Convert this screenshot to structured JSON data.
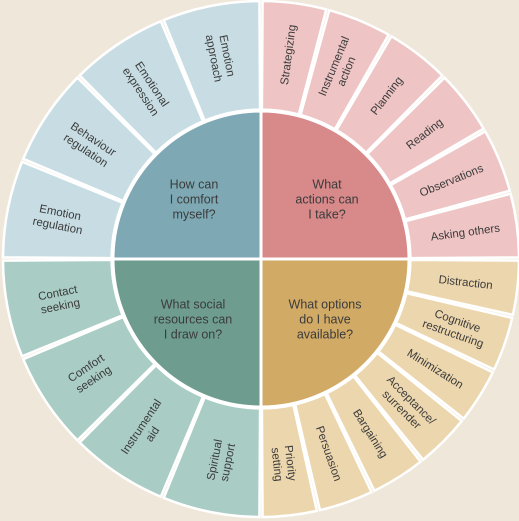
{
  "colors": {
    "background": "#efe7d9",
    "comfort_outer": "#c7dde3",
    "comfort_inner": "#7ea9b4",
    "actions_outer": "#eec4c4",
    "actions_inner": "#d8898a",
    "options_outer": "#ecd6ad",
    "options_inner": "#d1aa66",
    "social_outer": "#a9ccc4",
    "social_inner": "#6e9d8f",
    "text": "#3b3b3b"
  },
  "quadrants": [
    {
      "id": "comfort",
      "question": [
        "How can",
        "I comfort",
        "myself?"
      ],
      "items": [
        [
          "Emotion",
          "regulation"
        ],
        [
          "Behaviour",
          "regulation"
        ],
        [
          "Emotional",
          "expression"
        ],
        [
          "Emotion",
          "approach"
        ]
      ]
    },
    {
      "id": "actions",
      "question": [
        "What",
        "actions can",
        "I take?"
      ],
      "items": [
        [
          "Strategizing"
        ],
        [
          "Instrumental",
          "action"
        ],
        [
          "Planning"
        ],
        [
          "Reading"
        ],
        [
          "Observations"
        ],
        [
          "Asking others"
        ]
      ]
    },
    {
      "id": "options",
      "question": [
        "What options",
        "do I have",
        "available?"
      ],
      "items": [
        [
          "Distraction"
        ],
        [
          "Cognitive",
          "restructuring"
        ],
        [
          "Minimization"
        ],
        [
          "Acceptance/",
          "surrender"
        ],
        [
          "Bargaining"
        ],
        [
          "Persuasion"
        ],
        [
          "Priority",
          "setting"
        ]
      ]
    },
    {
      "id": "social",
      "question": [
        "What social",
        "resources can",
        "I draw on?"
      ],
      "items": [
        [
          "Spiritual",
          "support"
        ],
        [
          "Instrumental",
          "aid"
        ],
        [
          "Comfort",
          "seeking"
        ],
        [
          "Contact",
          "seeking"
        ]
      ]
    }
  ]
}
